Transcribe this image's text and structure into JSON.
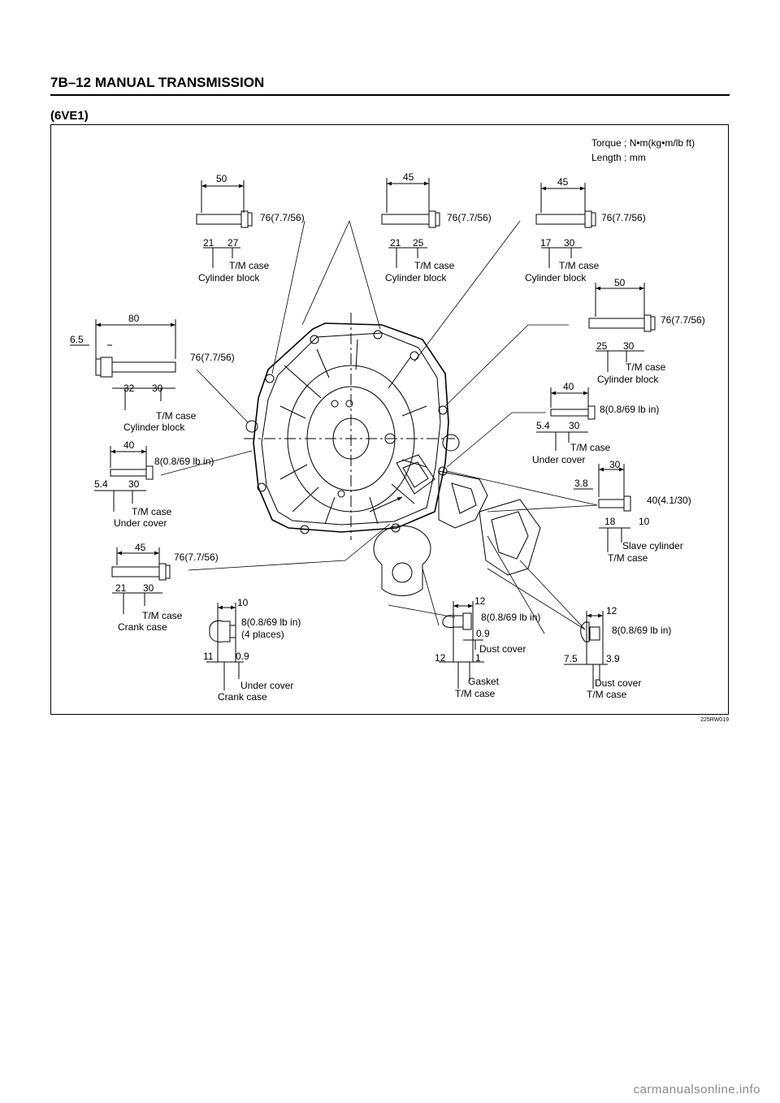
{
  "header": {
    "title": "7B–12  MANUAL TRANSMISSION",
    "variant": "(6VE1)"
  },
  "legend": {
    "torque": "Torque ; N•m(kg•m/lb ft)",
    "length": "Length ; mm"
  },
  "bolts": {
    "b1": {
      "length": "50",
      "torque": "76(7.7/56)",
      "seg_a": "21",
      "seg_b": "27",
      "part_a": "T/M case",
      "part_b": "Cylinder block"
    },
    "b2": {
      "length": "45",
      "torque": "76(7.7/56)",
      "seg_a": "21",
      "seg_b": "25",
      "part_a": "T/M case",
      "part_b": "Cylinder block"
    },
    "b3": {
      "length": "45",
      "torque": "76(7.7/56)",
      "seg_a": "17",
      "seg_b": "30",
      "part_a": "T/M case",
      "part_b": "Cylinder block"
    },
    "b4": {
      "length": "50",
      "torque": "76(7.7/56)",
      "seg_a": "25",
      "seg_b": "30",
      "part_a": "T/M case",
      "part_b": "Cylinder block"
    },
    "b5": {
      "length": "80",
      "offset": "6.5",
      "torque": "76(7.7/56)",
      "seg_a": "32",
      "seg_b": "30",
      "part_a": "T/M case",
      "part_b": "Cylinder block"
    },
    "b6": {
      "length": "40",
      "torque": "8(0.8/69 lb in)",
      "seg_a": "5.4",
      "seg_b": "30",
      "part_a": "T/M case",
      "part_b": "Under cover"
    },
    "b7": {
      "length": "40",
      "torque": "8(0.8/69 lb in)",
      "seg_a": "5.4",
      "seg_b": "30",
      "part_a": "T/M case",
      "part_b": "Under cover"
    },
    "b8": {
      "length": "30",
      "offset": "3.8",
      "torque": "40(4.1/30)",
      "seg_a": "18",
      "seg_b": "10",
      "part_a": "Slave cylinder",
      "part_b": "T/M case"
    },
    "b9": {
      "length": "45",
      "torque": "76(7.7/56)",
      "seg_a": "21",
      "seg_b": "30",
      "part_a": "T/M case",
      "part_b": "Crank case"
    },
    "b10": {
      "length": "10",
      "torque": "8(0.8/69 lb in)",
      "places": "(4 places)",
      "seg_a": "11",
      "seg_b": "0.9",
      "part_a": "Under cover",
      "part_b": "Crank case"
    },
    "b11": {
      "length": "12",
      "torque": "8(0.8/69 lb in)",
      "seg_mid": "0.9",
      "part_mid": "Dust cover",
      "seg_a": "12",
      "seg_b": "1",
      "part_a": "Gasket",
      "part_b": "T/M case"
    },
    "b12": {
      "length": "12",
      "torque": "8(0.8/69 lb in)",
      "seg_a": "7.5",
      "seg_b": "3.9",
      "part_a": "Dust cover",
      "part_b": "T/M case"
    }
  },
  "figure_id": "225RW019",
  "watermark": "carmanualsonline.info"
}
